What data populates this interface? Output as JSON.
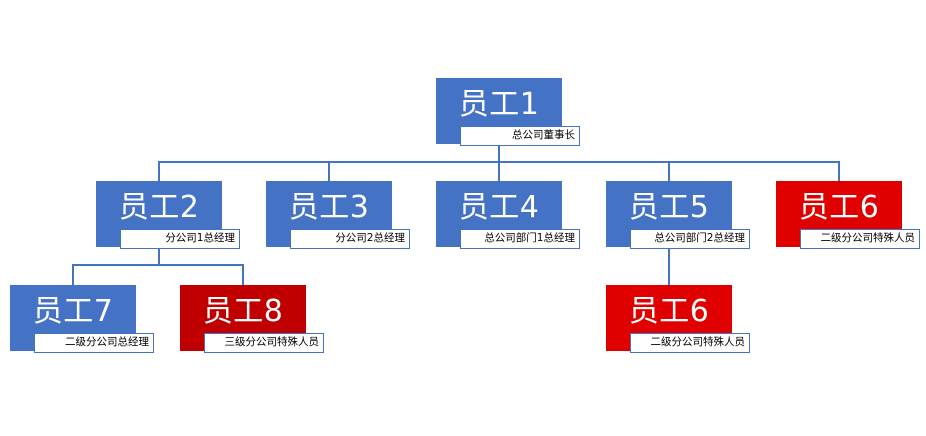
{
  "colors": {
    "blue": "#4472c4",
    "red": "#e00000",
    "dark_red": "#c00000",
    "line": "#4472c4"
  },
  "nodes": [
    {
      "id": "n1",
      "name": "员工1",
      "title": "总公司董事长",
      "color": "blue"
    },
    {
      "id": "n2",
      "name": "员工2",
      "title": "分公司1总经理",
      "color": "blue"
    },
    {
      "id": "n3",
      "name": "员工3",
      "title": "分公司2总经理",
      "color": "blue"
    },
    {
      "id": "n4",
      "name": "员工4",
      "title": "总公司部门1总经理",
      "color": "blue"
    },
    {
      "id": "n5",
      "name": "员工5",
      "title": "总公司部门2总经理",
      "color": "blue"
    },
    {
      "id": "n6",
      "name": "员工6",
      "title": "二级分公司特殊人员",
      "color": "red"
    },
    {
      "id": "n7",
      "name": "员工7",
      "title": "二级分公司总经理",
      "color": "blue"
    },
    {
      "id": "n8",
      "name": "员工8",
      "title": "三级分公司特殊人员",
      "color": "dark_red"
    },
    {
      "id": "n9",
      "name": "员工6",
      "title": "二级分公司特殊人员",
      "color": "red"
    }
  ],
  "edges": [
    [
      "n1",
      "n2"
    ],
    [
      "n1",
      "n3"
    ],
    [
      "n1",
      "n4"
    ],
    [
      "n1",
      "n5"
    ],
    [
      "n1",
      "n6"
    ],
    [
      "n2",
      "n7"
    ],
    [
      "n2",
      "n8"
    ],
    [
      "n5",
      "n9"
    ]
  ]
}
